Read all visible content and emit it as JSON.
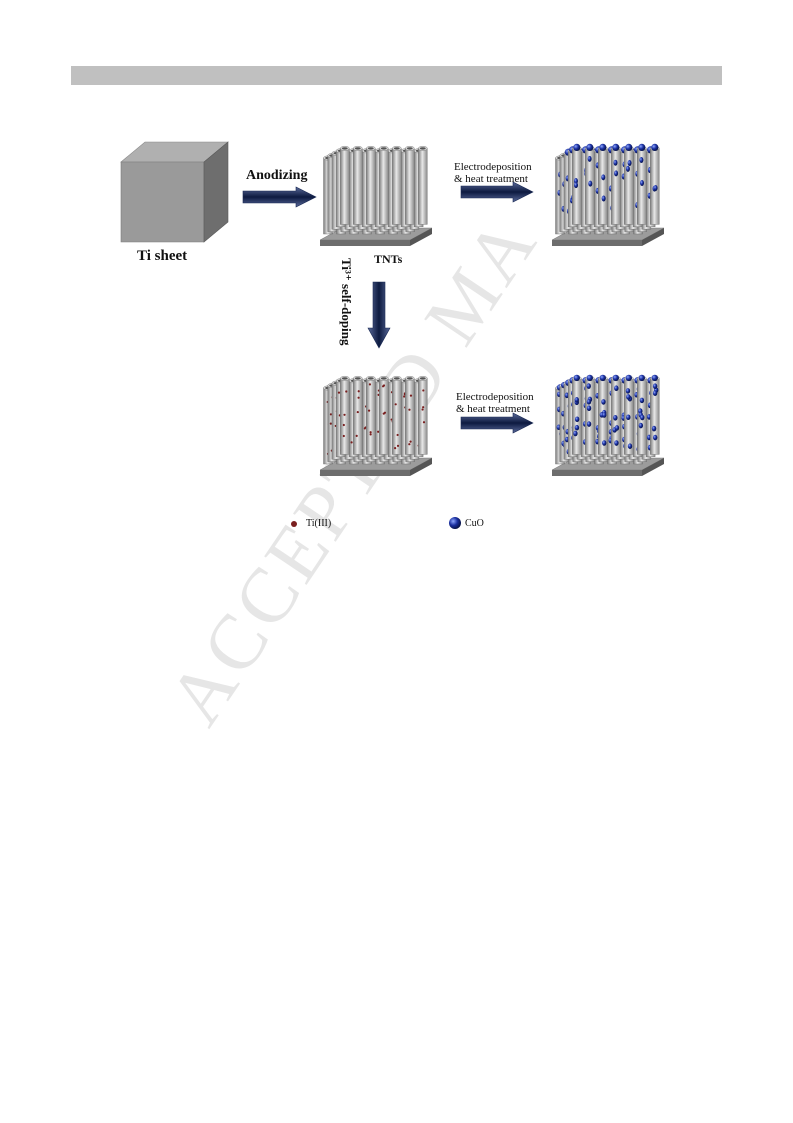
{
  "labels": {
    "ti_sheet": "Ti sheet",
    "anodizing": "Anodizing",
    "tnts": "TNTs",
    "doping": "Ti³⁺ self-doping",
    "electro_line1": "Electrodeposition",
    "electro_line2": "& heat treatment",
    "electro2_line1": "Electrodeposition",
    "electro2_line2": "& heat treatment"
  },
  "legend": [
    {
      "label": "Ti(III)",
      "color": "#7a1f1f"
    },
    {
      "label": "CuO",
      "color": "#1a2fa0"
    }
  ],
  "watermark": "ACCEPTED MA"
}
